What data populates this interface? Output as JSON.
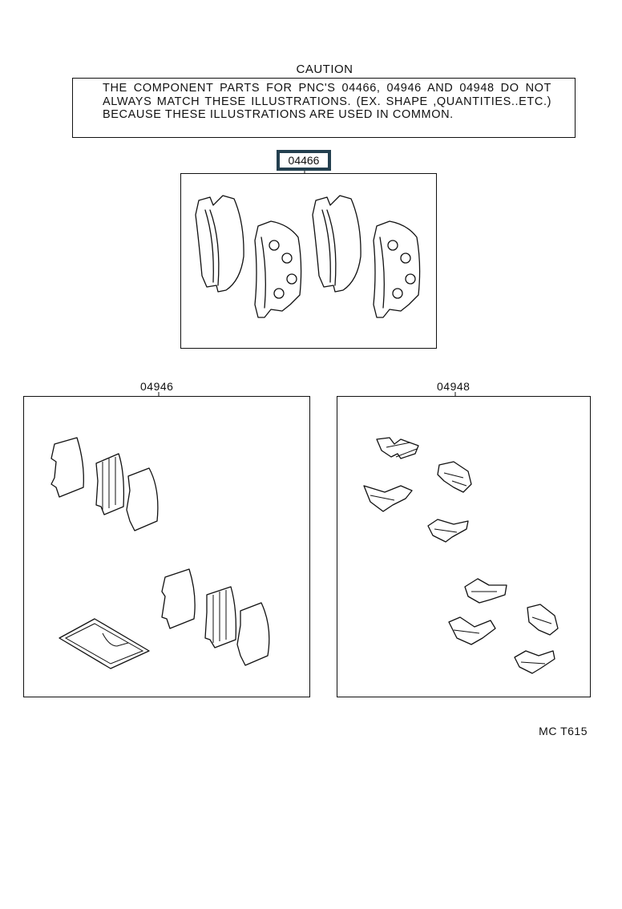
{
  "caution": {
    "title": "CAUTION",
    "text": "THE COMPONENT PARTS FOR PNC'S 04466, 04946 AND 04948 DO NOT ALWAYS MATCH THESE ILLUSTRATIONS. (EX. SHAPE ,QUANTITIES..ETC.) BECAUSE THESE ILLUSTRATIONS ARE USED IN COMMON."
  },
  "panels": {
    "pads": {
      "pnc": "04466"
    },
    "shims": {
      "pnc": "04946"
    },
    "clips": {
      "pnc": "04948"
    }
  },
  "footer": {
    "code": "MC  T615"
  }
}
